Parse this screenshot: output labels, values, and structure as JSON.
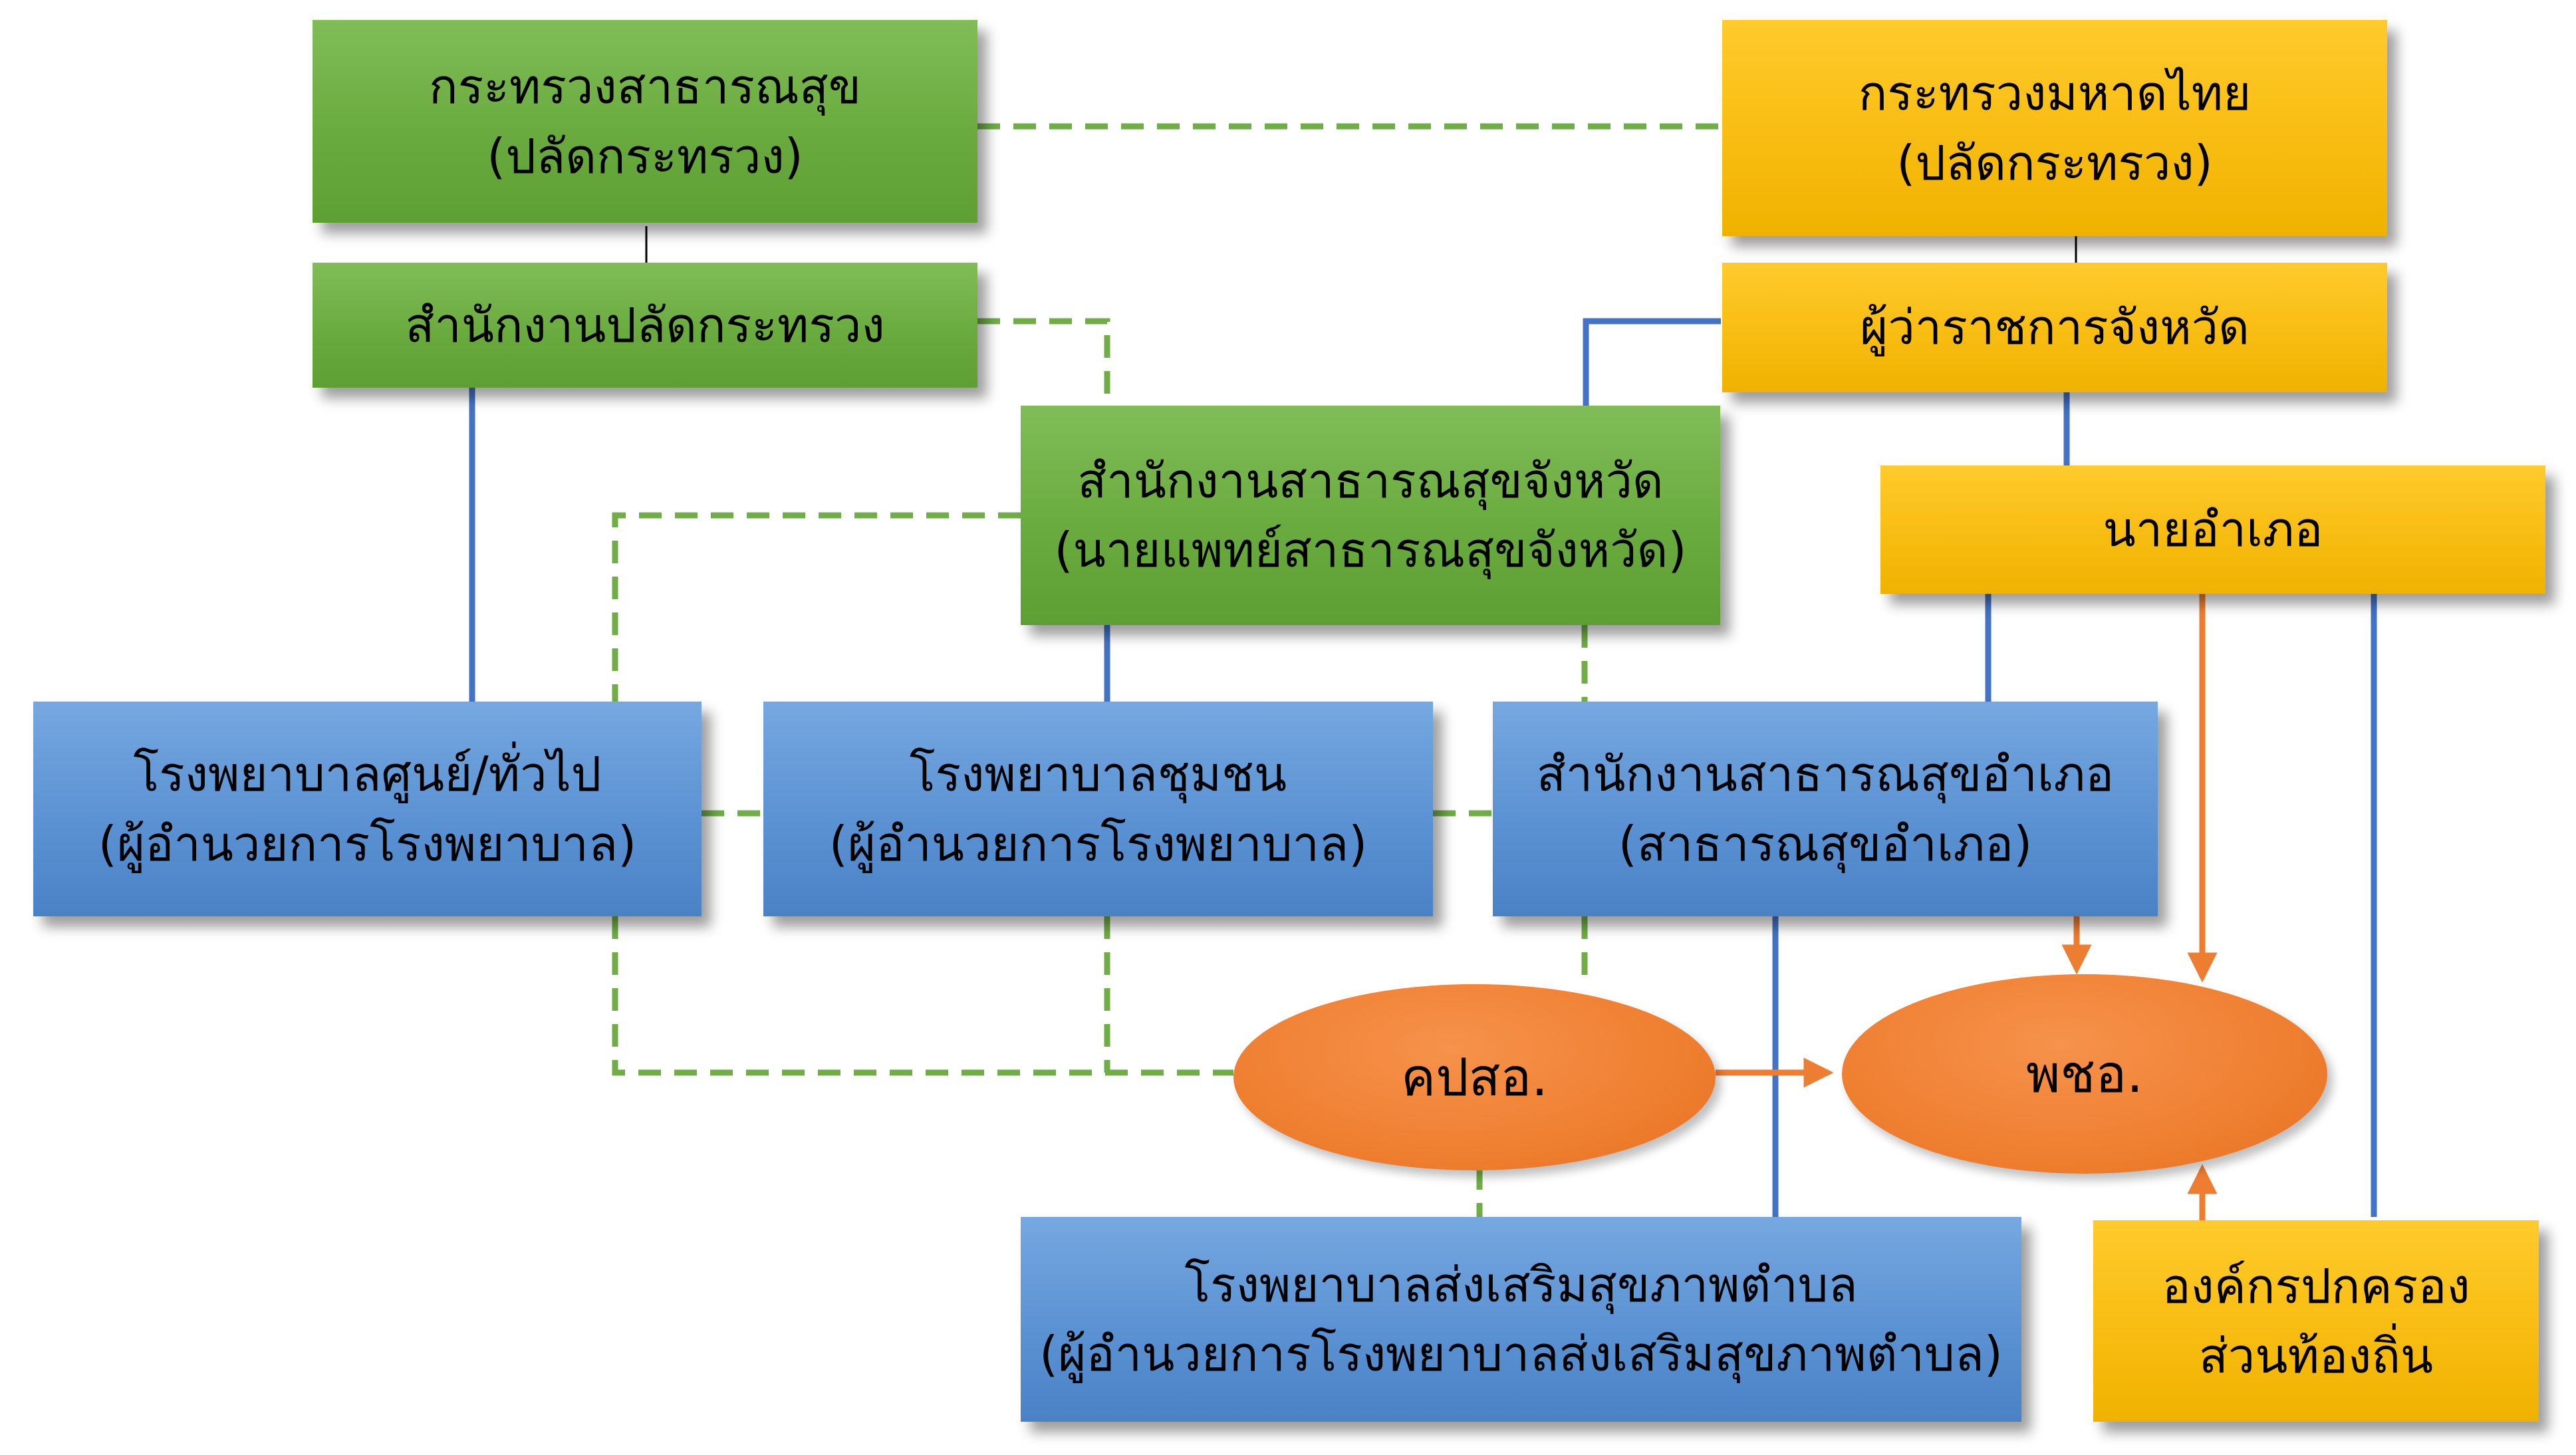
{
  "colors": {
    "green": "#70ad47",
    "yellow": "#ffc000",
    "blue": "#5b9bd5",
    "orange": "#ed7d31",
    "solid_link": "#4472c4",
    "dashed_link": "#70ad47",
    "arrow_link": "#ed7d31"
  },
  "nodes": {
    "moph": {
      "line1": "กระทรวงสาธารณสุข",
      "line2": "(ปลัดกระทรวง)"
    },
    "moi": {
      "line1": "กระทรวงมหาดไทย",
      "line2": "(ปลัดกระทรวง)"
    },
    "ops": {
      "line1": "สำนักงานปลัดกระทรวง"
    },
    "governor": {
      "line1": "ผู้ว่าราชการจังหวัด"
    },
    "pho": {
      "line1": "สำนักงานสาธารณสุขจังหวัด",
      "line2": "(นายแพทย์สาธารณสุขจังหวัด)"
    },
    "district_chief": {
      "line1": "นายอำเภอ"
    },
    "hosp_center": {
      "line1": "โรงพยาบาลศูนย์/ทั่วไป",
      "line2": "(ผู้อำนวยการโรงพยาบาล)"
    },
    "hosp_community": {
      "line1": "โรงพยาบาลชุมชน",
      "line2": "(ผู้อำนวยการโรงพยาบาล)"
    },
    "dho": {
      "line1": "สำนักงานสาธารณสุขอำเภอ",
      "line2": "(สาธารณสุขอำเภอ)"
    },
    "kpso": {
      "label": "คปสอ."
    },
    "phco": {
      "label": "พชอ."
    },
    "shph": {
      "line1": "โรงพยาบาลส่งเสริมสุขภาพตำบล",
      "line2": "(ผู้อำนวยการโรงพยาบาลส่งเสริมสุขภาพตำบล)"
    },
    "lao": {
      "line1": "องค์กรปกครอง",
      "line2": "ส่วนท้องถิ่น"
    }
  },
  "edges": [
    {
      "from": "moph",
      "to": "moi",
      "style": "dashed"
    },
    {
      "from": "moph",
      "to": "ops",
      "style": "thin"
    },
    {
      "from": "moi",
      "to": "governor",
      "style": "thin"
    },
    {
      "from": "ops",
      "to": "pho",
      "style": "dashed"
    },
    {
      "from": "ops",
      "to": "hosp_center",
      "style": "solid"
    },
    {
      "from": "governor",
      "to": "pho",
      "style": "solid"
    },
    {
      "from": "governor",
      "to": "district_chief",
      "style": "solid"
    },
    {
      "from": "pho",
      "to": "hosp_center",
      "style": "dashed"
    },
    {
      "from": "pho",
      "to": "hosp_community",
      "style": "solid"
    },
    {
      "from": "pho",
      "to": "dho",
      "style": "dashed"
    },
    {
      "from": "district_chief",
      "to": "dho",
      "style": "solid"
    },
    {
      "from": "district_chief",
      "to": "phco",
      "style": "arrow"
    },
    {
      "from": "district_chief",
      "to": "lao",
      "style": "solid"
    },
    {
      "from": "hosp_center",
      "to": "hosp_community",
      "style": "dashed"
    },
    {
      "from": "hosp_community",
      "to": "dho",
      "style": "dashed"
    },
    {
      "from": "hosp_center",
      "to": "kpso",
      "style": "dashed"
    },
    {
      "from": "hosp_community",
      "to": "kpso",
      "style": "dashed"
    },
    {
      "from": "dho",
      "to": "kpso",
      "style": "dashed"
    },
    {
      "from": "dho",
      "to": "phco",
      "style": "arrow"
    },
    {
      "from": "dho",
      "to": "shph",
      "style": "solid"
    },
    {
      "from": "kpso",
      "to": "phco",
      "style": "arrow"
    },
    {
      "from": "kpso",
      "to": "shph",
      "style": "dashed"
    },
    {
      "from": "lao",
      "to": "phco",
      "style": "arrow"
    }
  ]
}
